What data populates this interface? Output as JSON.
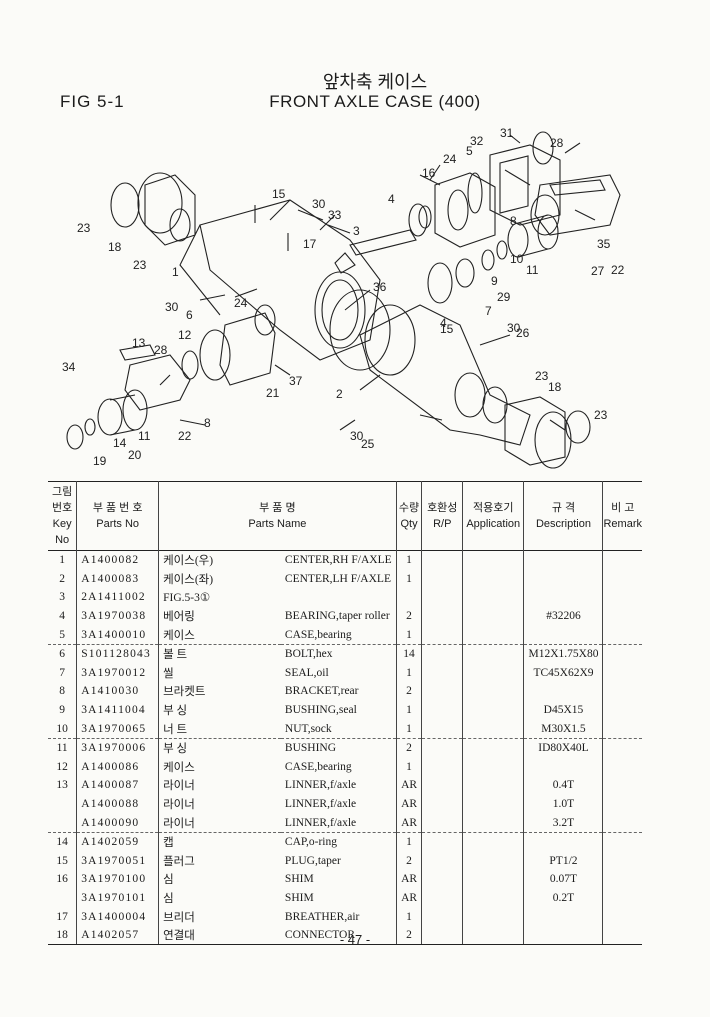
{
  "fig_label": "FIG 5-1",
  "title_kor": "앞차축 케이스",
  "title_eng": "FRONT AXLE CASE (400)",
  "diagram_callouts": [
    "31",
    "32",
    "5",
    "28",
    "24",
    "16",
    "15",
    "30",
    "33",
    "4",
    "8",
    "3",
    "17",
    "35",
    "23",
    "18",
    "23",
    "1",
    "11",
    "27",
    "22",
    "10",
    "9",
    "29",
    "30",
    "6",
    "24",
    "7",
    "4",
    "36",
    "15",
    "30",
    "26",
    "12",
    "13",
    "28",
    "34",
    "37",
    "21",
    "2",
    "23",
    "18",
    "23",
    "11",
    "8",
    "22",
    "14",
    "20",
    "19",
    "30",
    "25"
  ],
  "headers": {
    "no_kor": "그림번호",
    "no_eng": "Key No",
    "part_kor": "부 품 번 호",
    "part_eng": "Parts No",
    "name_kor": "부 품 명",
    "name_eng": "Parts Name",
    "qty_kor": "수량",
    "qty_eng": "Qty",
    "rp_kor": "호환성",
    "rp_eng": "R/P",
    "app_kor": "적용호기",
    "app_eng": "Application",
    "desc_kor": "규 격",
    "desc_eng": "Description",
    "remark_kor": "비 고",
    "remark_eng": "Remark"
  },
  "rows": [
    {
      "key": "1",
      "part": "A1400082",
      "kor": "케이스(우)",
      "eng": "CENTER,RH F/AXLE",
      "qty": "1",
      "desc": ""
    },
    {
      "key": "2",
      "part": "A1400083",
      "kor": "케이스(좌)",
      "eng": "CENTER,LH F/AXLE",
      "qty": "1",
      "desc": ""
    },
    {
      "key": "3",
      "part": "2A1411002",
      "kor": "FIG.5-3①",
      "eng": "",
      "qty": "",
      "desc": ""
    },
    {
      "key": "4",
      "part": "3A1970038",
      "kor": "베어링",
      "eng": "BEARING,taper roller",
      "qty": "2",
      "desc": "#32206"
    },
    {
      "key": "5",
      "part": "3A1400010",
      "kor": "케이스",
      "eng": "CASE,bearing",
      "qty": "1",
      "desc": ""
    },
    {
      "key": "6",
      "part": "S101128043",
      "kor": "볼 트",
      "eng": "BOLT,hex",
      "qty": "14",
      "desc": "M12X1.75X80"
    },
    {
      "key": "7",
      "part": "3A1970012",
      "kor": "씰",
      "eng": "SEAL,oil",
      "qty": "1",
      "desc": "TC45X62X9"
    },
    {
      "key": "8",
      "part": "A1410030",
      "kor": "브라켓트",
      "eng": "BRACKET,rear",
      "qty": "2",
      "desc": ""
    },
    {
      "key": "9",
      "part": "3A1411004",
      "kor": "부 싱",
      "eng": "BUSHING,seal",
      "qty": "1",
      "desc": "D45X15"
    },
    {
      "key": "10",
      "part": "3A1970065",
      "kor": "너 트",
      "eng": "NUT,sock",
      "qty": "1",
      "desc": "M30X1.5"
    },
    {
      "key": "11",
      "part": "3A1970006",
      "kor": "부 싱",
      "eng": "BUSHING",
      "qty": "2",
      "desc": "ID80X40L"
    },
    {
      "key": "12",
      "part": "A1400086",
      "kor": "케이스",
      "eng": "CASE,bearing",
      "qty": "1",
      "desc": ""
    },
    {
      "key": "13",
      "part": "A1400087",
      "kor": "라이너",
      "eng": "LINNER,f/axle",
      "qty": "AR",
      "desc": "0.4T"
    },
    {
      "key": "",
      "part": "A1400088",
      "kor": "라이너",
      "eng": "LINNER,f/axle",
      "qty": "AR",
      "desc": "1.0T"
    },
    {
      "key": "",
      "part": "A1400090",
      "kor": "라이너",
      "eng": "LINNER,f/axle",
      "qty": "AR",
      "desc": "3.2T"
    },
    {
      "key": "14",
      "part": "A1402059",
      "kor": "캡",
      "eng": "CAP,o-ring",
      "qty": "1",
      "desc": ""
    },
    {
      "key": "15",
      "part": "3A1970051",
      "kor": "플러그",
      "eng": "PLUG,taper",
      "qty": "2",
      "desc": "PT1/2"
    },
    {
      "key": "16",
      "part": "3A1970100",
      "kor": "심",
      "eng": "SHIM",
      "qty": "AR",
      "desc": "0.07T"
    },
    {
      "key": "",
      "part": "3A1970101",
      "kor": "심",
      "eng": "SHIM",
      "qty": "AR",
      "desc": "0.2T"
    },
    {
      "key": "17",
      "part": "3A1400004",
      "kor": "브리더",
      "eng": "BREATHER,air",
      "qty": "1",
      "desc": ""
    },
    {
      "key": "18",
      "part": "A1402057",
      "kor": "연결대",
      "eng": "CONNECTOR",
      "qty": "2",
      "desc": ""
    }
  ],
  "page_number": "- 47 -"
}
